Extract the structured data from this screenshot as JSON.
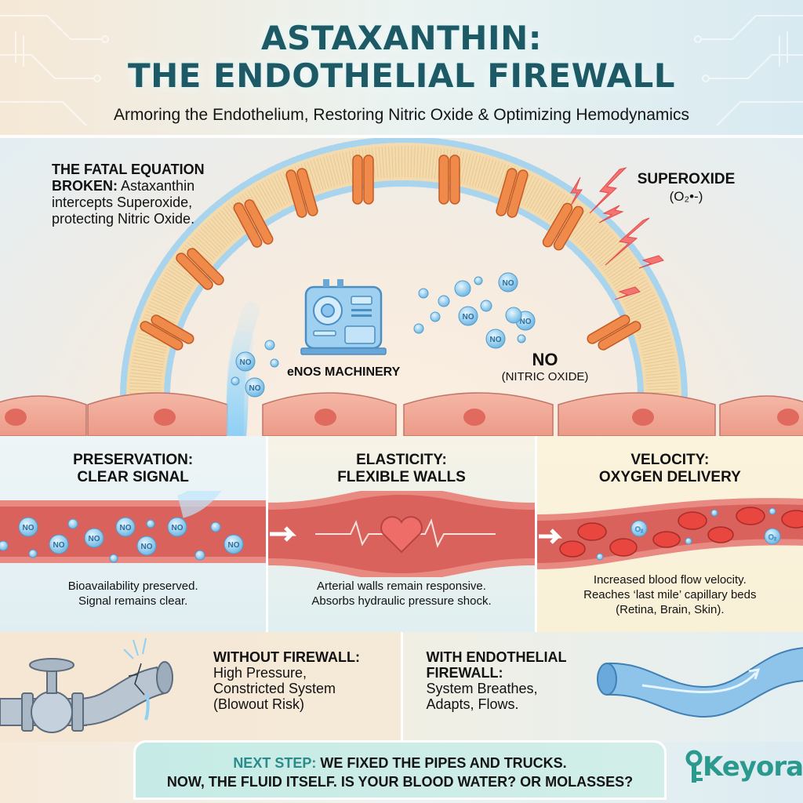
{
  "header": {
    "title_line1": "ASTAXANTHIN:",
    "title_line2": "THE ENDOTHELIAL FIREWALL",
    "subtitle": "Armoring the Endothelium, Restoring Nitric Oxide & Optimizing Hemodynamics"
  },
  "membrane": {
    "fatal_heading": "THE FATAL EQUATION BROKEN:",
    "fatal_body": "Astaxanthin intercepts Superoxide, protecting Nitric Oxide.",
    "superoxide_label": "SUPEROXIDE",
    "superoxide_formula": "(O₂•-)",
    "enos_label": "eNOS MACHINERY",
    "no_label": "NO",
    "no_sublabel": "(NITRIC OXIDE)",
    "molecule_label": "NO"
  },
  "panels": [
    {
      "title_line1": "PRESERVATION:",
      "title_line2": "CLEAR SIGNAL",
      "desc_line1": "Bioavailability preserved.",
      "desc_line2": "Signal remains clear.",
      "icon": "no-molecules-in-vessel"
    },
    {
      "title_line1": "ELASTICITY:",
      "title_line2": "FLEXIBLE WALLS",
      "desc_line1": "Arterial walls remain responsive.",
      "desc_line2": "Absorbs hydraulic pressure shock.",
      "icon": "heart-pulse"
    },
    {
      "title_line1": "VELOCITY:",
      "title_line2": "OXYGEN DELIVERY",
      "desc_line1": "Increased blood flow velocity.",
      "desc_line2": "Reaches ‘last mile’ capillary beds",
      "desc_line3": "(Retina, Brain, Skin).",
      "icon": "red-blood-cells",
      "o2_label": "O₂"
    }
  ],
  "comparison": {
    "without": {
      "heading": "WITHOUT FIREWALL:",
      "line1": "High Pressure,",
      "line2": "Constricted System",
      "line3": "(Blowout Risk)",
      "icon": "cracked-pipe-valve"
    },
    "with": {
      "heading_line1": "WITH ENDOTHELIAL",
      "heading_line2": "FIREWALL:",
      "line1": "System Breathes,",
      "line2": "Adapts, Flows.",
      "icon": "flexible-tube"
    }
  },
  "next_step": {
    "accent": "NEXT STEP:",
    "line1_rest": " WE FIXED THE PIPES AND TRUCKS.",
    "line2": "NOW, THE FLUID ITSELF. IS YOUR BLOOD WATER? OR MOLASSES?"
  },
  "brand": {
    "name": "Keyora",
    "color": "#2a9a8e"
  },
  "colors": {
    "title": "#1e5a66",
    "accent_teal": "#2a8c8a",
    "protein_orange": "#ec7a3a",
    "no_blue": "#7cc3ea",
    "vessel_red": "#d9625c",
    "superoxide_red": "#ef5a5a"
  }
}
